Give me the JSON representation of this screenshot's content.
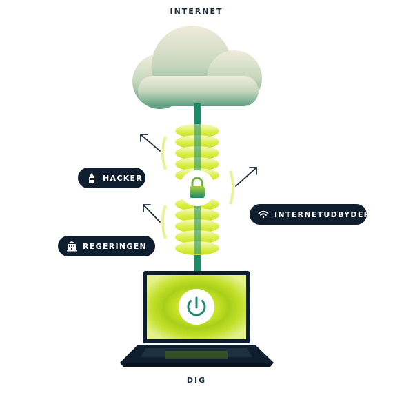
{
  "labels": {
    "top": "INTERNET",
    "bottom": "DIG"
  },
  "pills": {
    "hacker": {
      "label": "HACKER",
      "icon": "hacker-icon"
    },
    "isp": {
      "label": "INTERNETUDBYDER",
      "icon": "wifi-icon"
    },
    "government": {
      "label": "REGERINGEN",
      "icon": "government-building-icon"
    }
  },
  "icons": {
    "cloud": "cloud-icon",
    "lock": "lock-icon",
    "power": "power-icon",
    "laptop": "laptop-icon",
    "arrow": "arrow-icon"
  },
  "colors": {
    "navy": "#0f1e2e",
    "green": "#1f8a68",
    "lime": "#d4ea3c",
    "cloud_light": "#eceadb",
    "cloud_dark": "#6aa88a"
  }
}
